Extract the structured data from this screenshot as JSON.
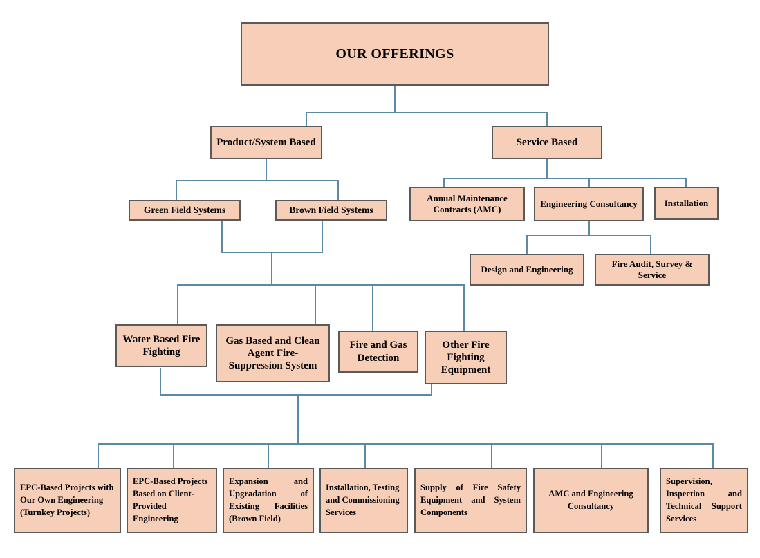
{
  "chart_title": "OUR OFFERINGS",
  "colors": {
    "node_fill": "#F7CFB8",
    "node_border": "#5A5A5A",
    "connector": "#5B89A6",
    "text": "#000000",
    "background": "#FFFFFF"
  },
  "nodes": {
    "root": {
      "label": "OUR OFFERINGS"
    },
    "product_based": {
      "label": "Product/System Based"
    },
    "service_based": {
      "label": "Service Based"
    },
    "green_field": {
      "label": "Green Field Systems"
    },
    "brown_field": {
      "label": "Brown Field Systems"
    },
    "amc": {
      "label": "Annual Maintenance Contracts (AMC)"
    },
    "engineering_consultancy": {
      "label": "Engineering Consultancy"
    },
    "installation": {
      "label": "Installation"
    },
    "design_engineering": {
      "label": "Design and Engineering"
    },
    "fire_audit": {
      "label": "Fire Audit, Survey & Service"
    },
    "water_based": {
      "label": "Water Based Fire Fighting"
    },
    "gas_based": {
      "label": "Gas Based and Clean Agent Fire-Suppression System"
    },
    "fire_gas_detection": {
      "label": "Fire and Gas Detection"
    },
    "other_equipment": {
      "label": "Other Fire Fighting Equipment"
    },
    "leaf_epc_own": {
      "label": "EPC-Based Projects with Our Own Engineering (Turnkey Projects)"
    },
    "leaf_epc_client": {
      "label": "EPC-Based Projects Based on Client-Provided Engineering"
    },
    "leaf_expansion": {
      "label": "Expansion and Upgradation of Existing Facilities (Brown Field)"
    },
    "leaf_installation_testing": {
      "label": "Installation, Testing and Commissioning Services"
    },
    "leaf_supply": {
      "label": "Supply of Fire Safety Equipment and System Components"
    },
    "leaf_amc_eng": {
      "label": "AMC and Engineering Consultancy"
    },
    "leaf_supervision": {
      "label": "Supervision, Inspection and Technical Support Services"
    }
  }
}
